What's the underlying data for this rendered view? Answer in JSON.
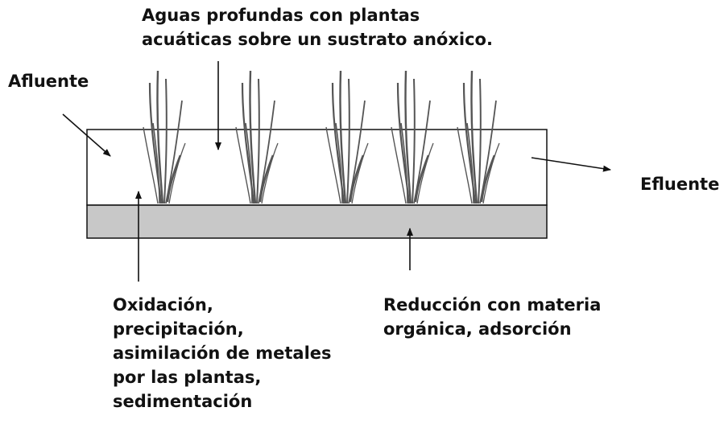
{
  "labels": {
    "title": [
      "Aguas profundas con plantas",
      "acuáticas sobre un sustrato anóxico."
    ],
    "inflow": "Afluente",
    "outflow": "Efluente",
    "water_processes": [
      "Oxidación,",
      "precipitación,",
      "asimilación de metales",
      "por las plantas,",
      "sedimentación"
    ],
    "substrate_processes": [
      "Reducción con materia",
      "orgánica, adsorción"
    ]
  },
  "colors": {
    "ink": "#111111",
    "water": "#ffffff",
    "substrate": "#c8c8c8",
    "plant": "#555555"
  },
  "icons": {
    "plant": "grass-tuft-icon"
  },
  "plants_count": 5
}
